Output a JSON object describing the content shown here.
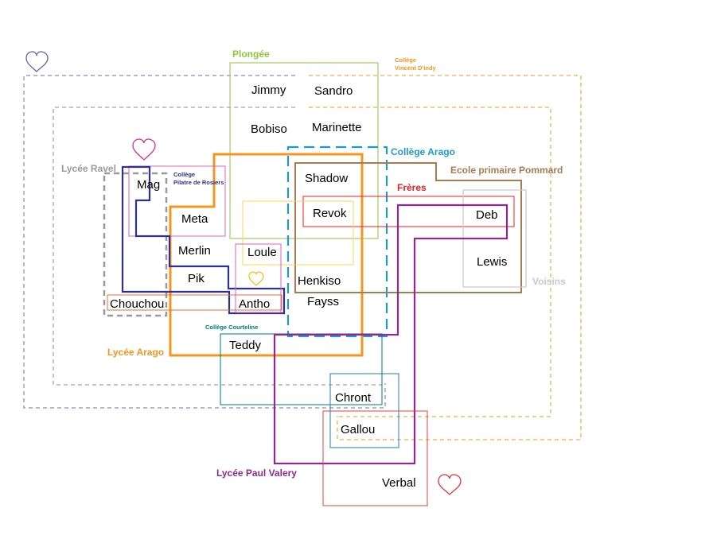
{
  "people": {
    "jimmy": "Jimmy",
    "sandro": "Sandro",
    "bobiso": "Bobiso",
    "marinette": "Marinette",
    "shadow": "Shadow",
    "mag": "Mag",
    "revok": "Revok",
    "deb": "Deb",
    "meta": "Meta",
    "merlin": "Merlin",
    "loule": "Loule",
    "lewis": "Lewis",
    "pik": "Pik",
    "henkiso": "Henkiso",
    "chouchou": "Chouchou",
    "antho": "Antho",
    "fayss": "Fayss",
    "teddy": "Teddy",
    "chront": "Chront",
    "gallou": "Gallou",
    "verbal": "Verbal"
  },
  "groups": {
    "plongee": "Plongée",
    "college_vincent_dindy_line1": "Collège",
    "college_vincent_dindy_line2": "Vincent D'indy",
    "college_arago": "Collège Arago",
    "ecole_primaire_pommard": "Ecole primaire Pommard",
    "freres": "Frères",
    "lycee_ravel": "Lycée Ravel",
    "college_pilatre_line1": "Collège",
    "college_pilatre_line2": "Pilatre de Rosiers",
    "voisins": "Voisins",
    "college_courteline": "Collège Courteline",
    "lycee_arago": "Lycée Arago",
    "lycee_paul_valery": "Lycée Paul Valery"
  },
  "colors": {
    "plongee": "#8dc63f",
    "college_vincent_dindy": "#f7941d",
    "college_arago": "#1b9ad6",
    "ecole_primaire_pommard": "#a67c52",
    "freres": "#ed1c24",
    "lycee_ravel": "#999999",
    "college_pilatre": "#2e3192",
    "voisins": "#c7c7c7",
    "college_courteline": "#00777a",
    "lycee_arago": "#f7941d",
    "lycee_paul_valery": "#92278f",
    "heart_blue": "#6b5fa8",
    "heart_pink": "#d8308f",
    "heart_yellow": "#f2c200",
    "heart_red": "#e2353e",
    "pink_box": "#d966b8",
    "yellow_box": "#f6d55c",
    "chouchou_box": "#e46f3c",
    "outer_dashed_blue": "#8a86c0",
    "chront_box": "#1f7bb8",
    "verbal_box": "#d9473f"
  }
}
